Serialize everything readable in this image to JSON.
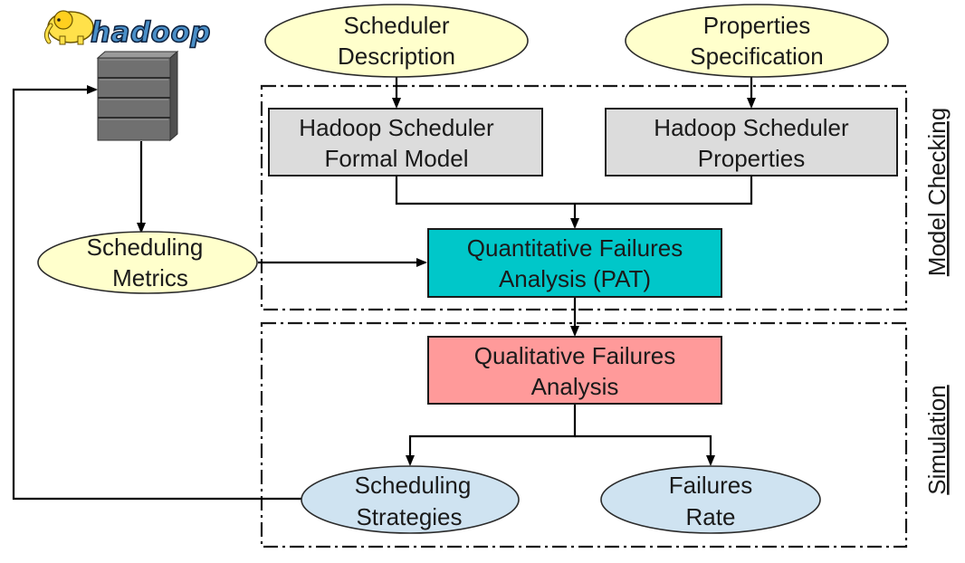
{
  "logo": {
    "text": "hadoop"
  },
  "nodes": {
    "scheduler_description": {
      "lines": [
        "Scheduler",
        "Description"
      ]
    },
    "properties_specification": {
      "lines": [
        "Properties",
        "Specification"
      ]
    },
    "formal_model": {
      "lines": [
        "Hadoop Scheduler",
        "Formal Model"
      ]
    },
    "scheduler_properties": {
      "lines": [
        "Hadoop Scheduler",
        "Properties"
      ]
    },
    "scheduling_metrics": {
      "lines": [
        "Scheduling",
        "Metrics"
      ]
    },
    "quantitative_analysis": {
      "lines": [
        "Quantitative Failures",
        "Analysis (PAT)"
      ]
    },
    "qualitative_analysis": {
      "lines": [
        "Qualitative Failures",
        "Analysis"
      ]
    },
    "scheduling_strategies": {
      "lines": [
        "Scheduling",
        "Strategies"
      ]
    },
    "failures_rate": {
      "lines": [
        "Failures",
        "Rate"
      ]
    }
  },
  "regions": {
    "model_checking": {
      "label": "Model Checking"
    },
    "simulation": {
      "label": "Simulation"
    }
  },
  "colors": {
    "ellipse_yellow": "#ffffcc",
    "ellipse_blue": "#cfe3f1",
    "box_grey": "#dcdcdc",
    "box_teal": "#00c7c9",
    "box_pink": "#ff9a9a",
    "server": "#707070"
  },
  "icons": {
    "logo": "hadoop-elephant-icon",
    "server": "server-rack-icon"
  }
}
